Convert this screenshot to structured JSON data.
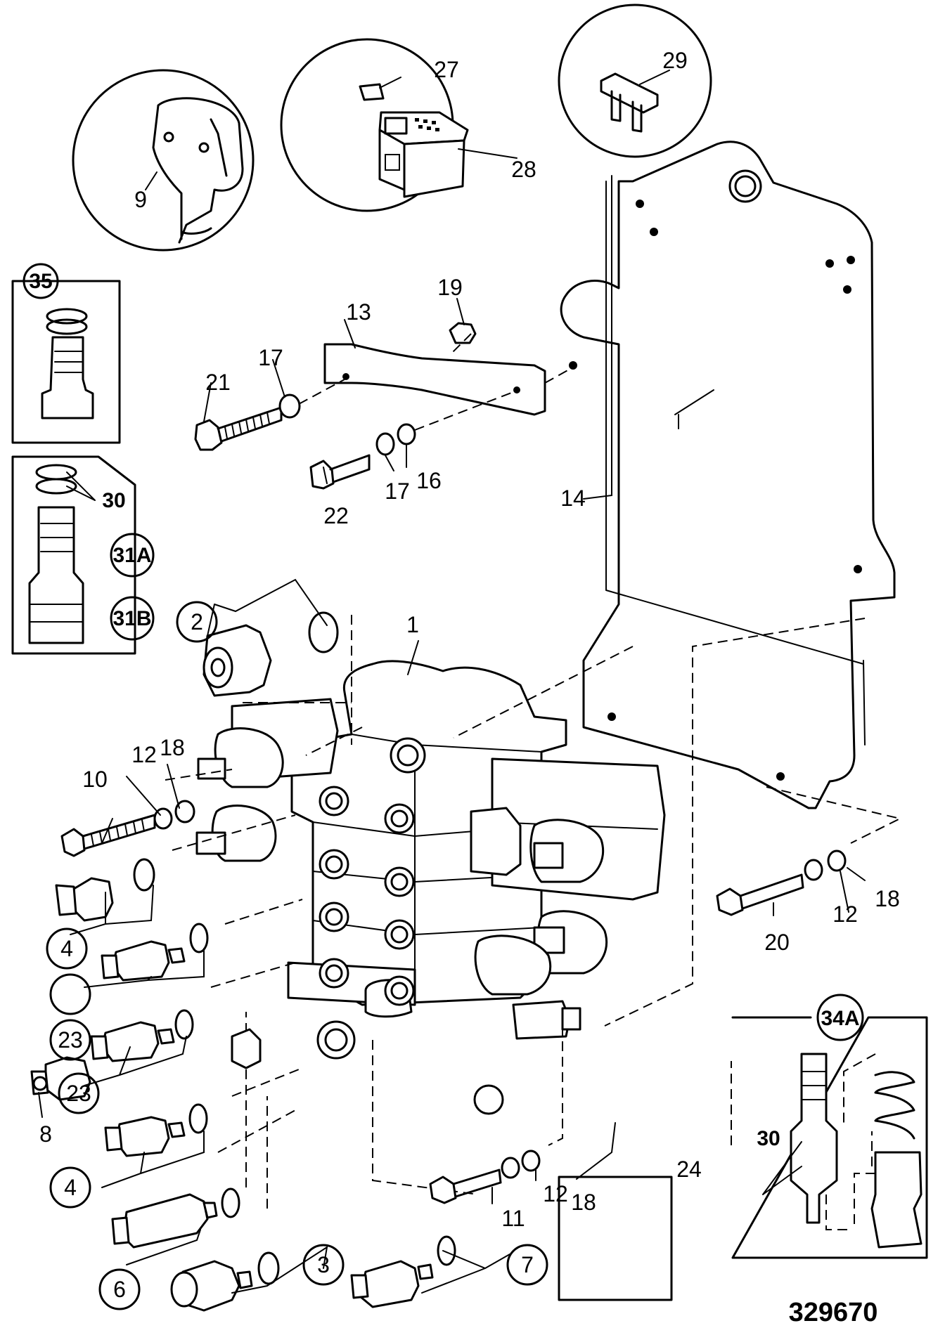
{
  "figure_number": "329670",
  "callouts": {
    "c1": "1",
    "c2": "2",
    "c3": "3",
    "c4a": "4",
    "c4b": "4",
    "c6": "6",
    "c7": "7",
    "c8": "8",
    "c9": "9",
    "c10": "10",
    "c11": "11",
    "c12a": "12",
    "c12b": "12",
    "c12c": "12",
    "c13": "13",
    "c14": "14",
    "c16": "16",
    "c17a": "17",
    "c17b": "17",
    "c18a": "18",
    "c18b": "18",
    "c18c": "18",
    "c19": "19",
    "c20": "20",
    "c21": "21",
    "c22": "22",
    "c23a": "23",
    "c23b": "23",
    "c24": "24",
    "c27": "27",
    "c28": "28",
    "c29": "29",
    "c30a": "30",
    "c30b": "30",
    "c31a": "31A",
    "c31b": "31B",
    "c34a": "34A",
    "c35": "35"
  }
}
